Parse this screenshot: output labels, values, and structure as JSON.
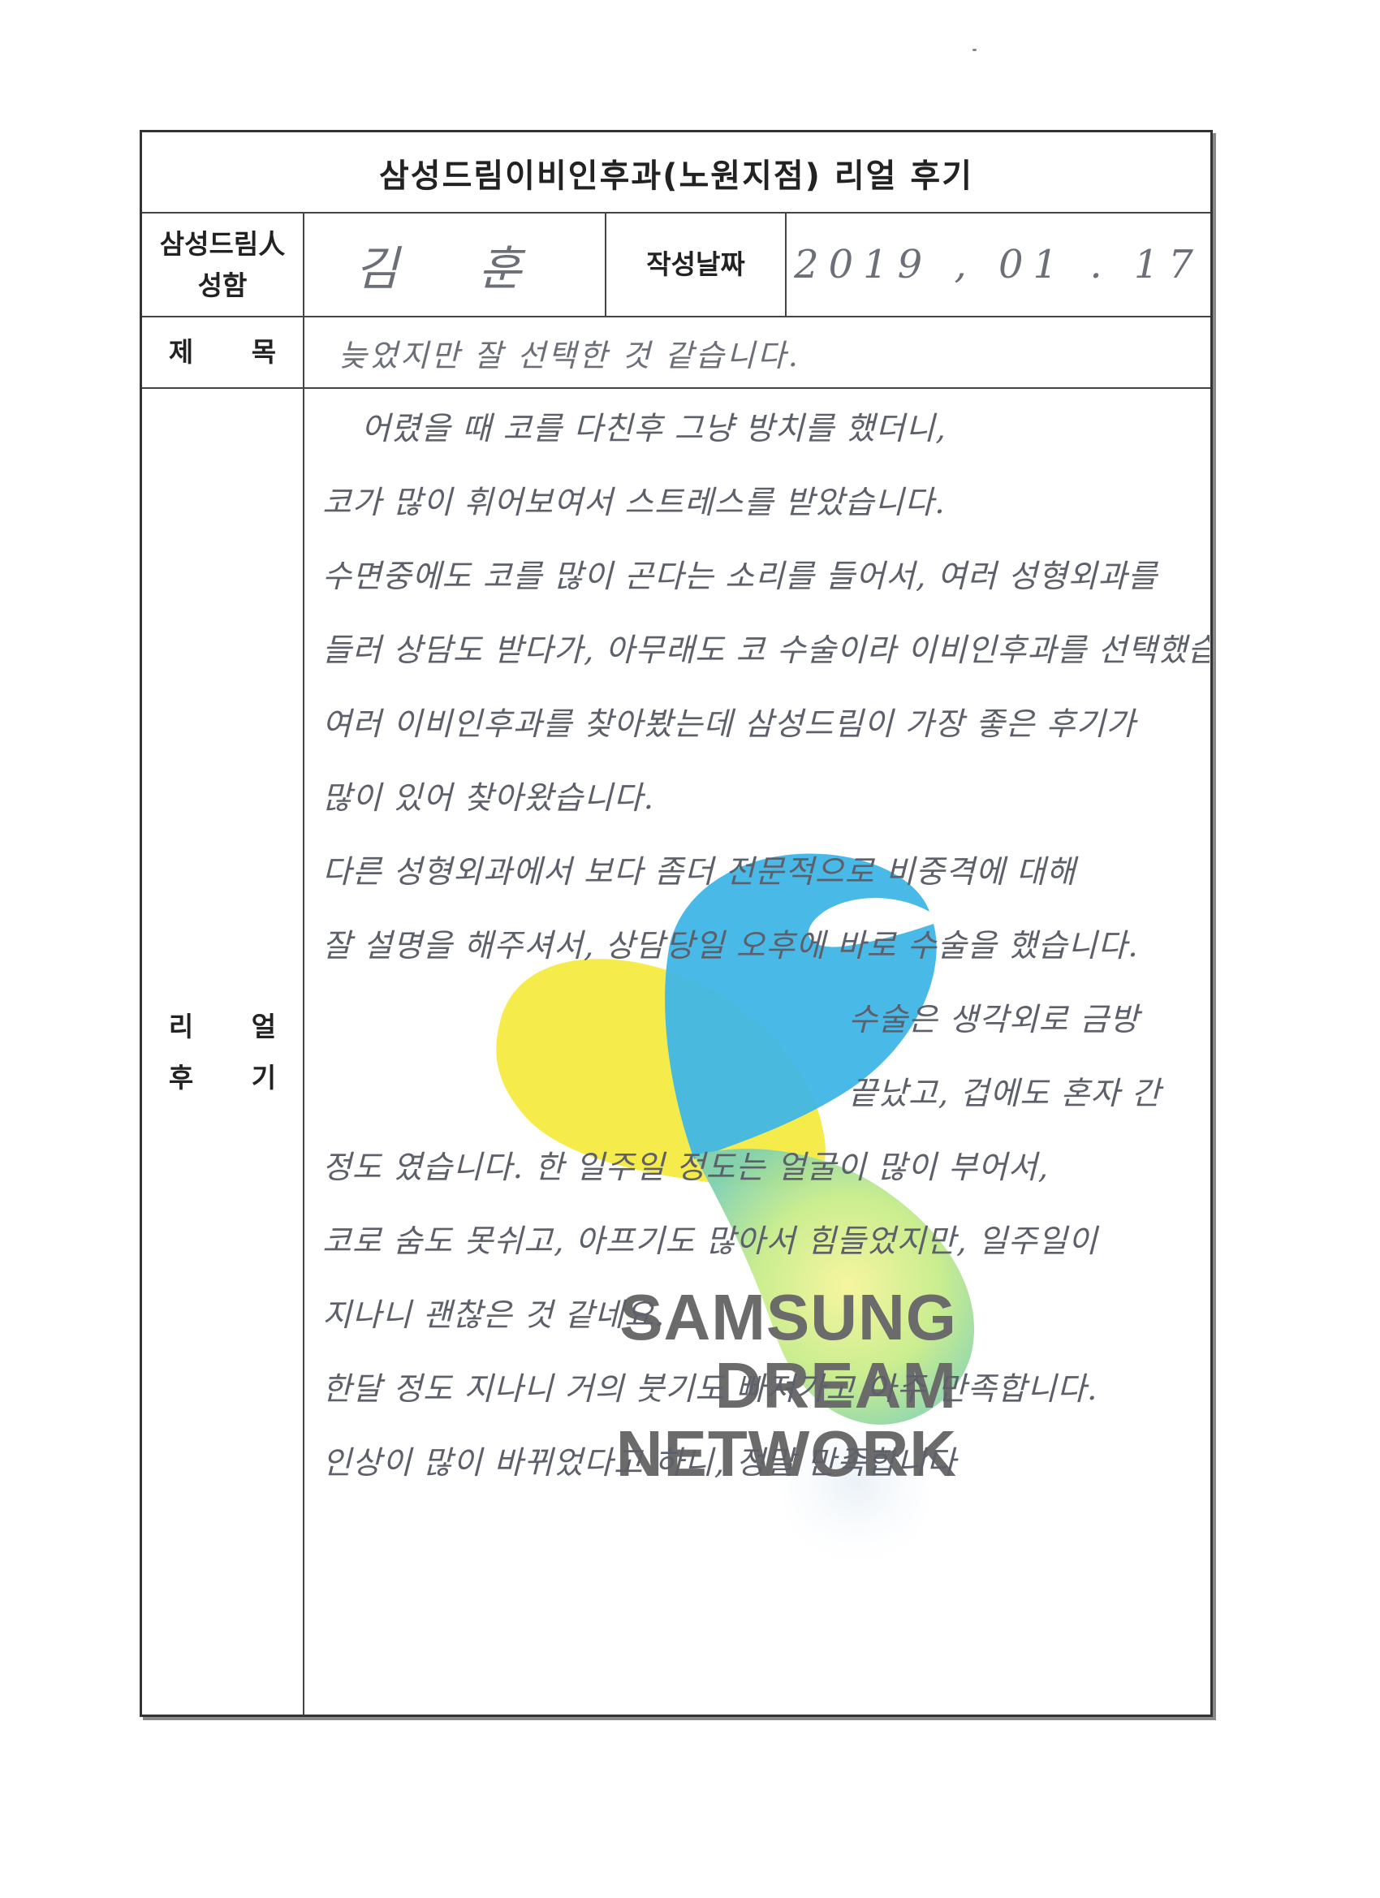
{
  "form": {
    "title": "삼성드림이비인후과(노원지점) 리얼 후기",
    "name_label_line1": "삼성드림人",
    "name_label_line2": "성함",
    "name_value": "김 훈",
    "date_label": "작성날짜",
    "date_value": "2019 , 01 . 17",
    "subject_label": "제 목",
    "subject_value": "늦었지만 잘 선택한 것 같습니다.",
    "review_label_line1": "리 얼",
    "review_label_line2": "후 기",
    "review_lines": [
      "어렸을 때 코를 다친후 그냥 방치를 했더니,",
      "코가 많이 휘어보여서 스트레스를 받았습니다.",
      "수면중에도 코를 많이 곤다는 소리를 들어서, 여러 성형외과를",
      "들러 상담도 받다가, 아무래도 코 수술이라 이비인후과를 선택했습니다",
      "여러 이비인후과를 찾아봤는데 삼성드림이 가장 좋은 후기가",
      "많이 있어 찾아왔습니다.",
      "다른 성형외과에서 보다 좀더 전문적으로 비중격에 대해",
      "잘 설명을 해주셔서, 상담당일 오후에 바로 수술을 했습니다.",
      "수술은 생각외로 금방",
      "끝났고, 겁에도 혼자 간",
      "정도 였습니다. 한 일주일 정도는 얼굴이 많이 부어서,",
      "코로 숨도 못쉬고, 아프기도 많아서 힘들었지만, 일주일이",
      "지나니 괜찮은 것 같네요.",
      "한달 정도 지나니 거의 붓기도 빠져가고 아주 만족합니다.",
      "인상이 많이 바뀌었다고 하니, 정말 만족합니다"
    ]
  },
  "logo": {
    "line1": "SAMSUNG DREAM",
    "line2": "NETWORK",
    "colors": {
      "yellow": "#f4ea3c",
      "blue": "#3fb6e6",
      "green": "#9ad99a",
      "text": "#6b6b6b"
    }
  }
}
